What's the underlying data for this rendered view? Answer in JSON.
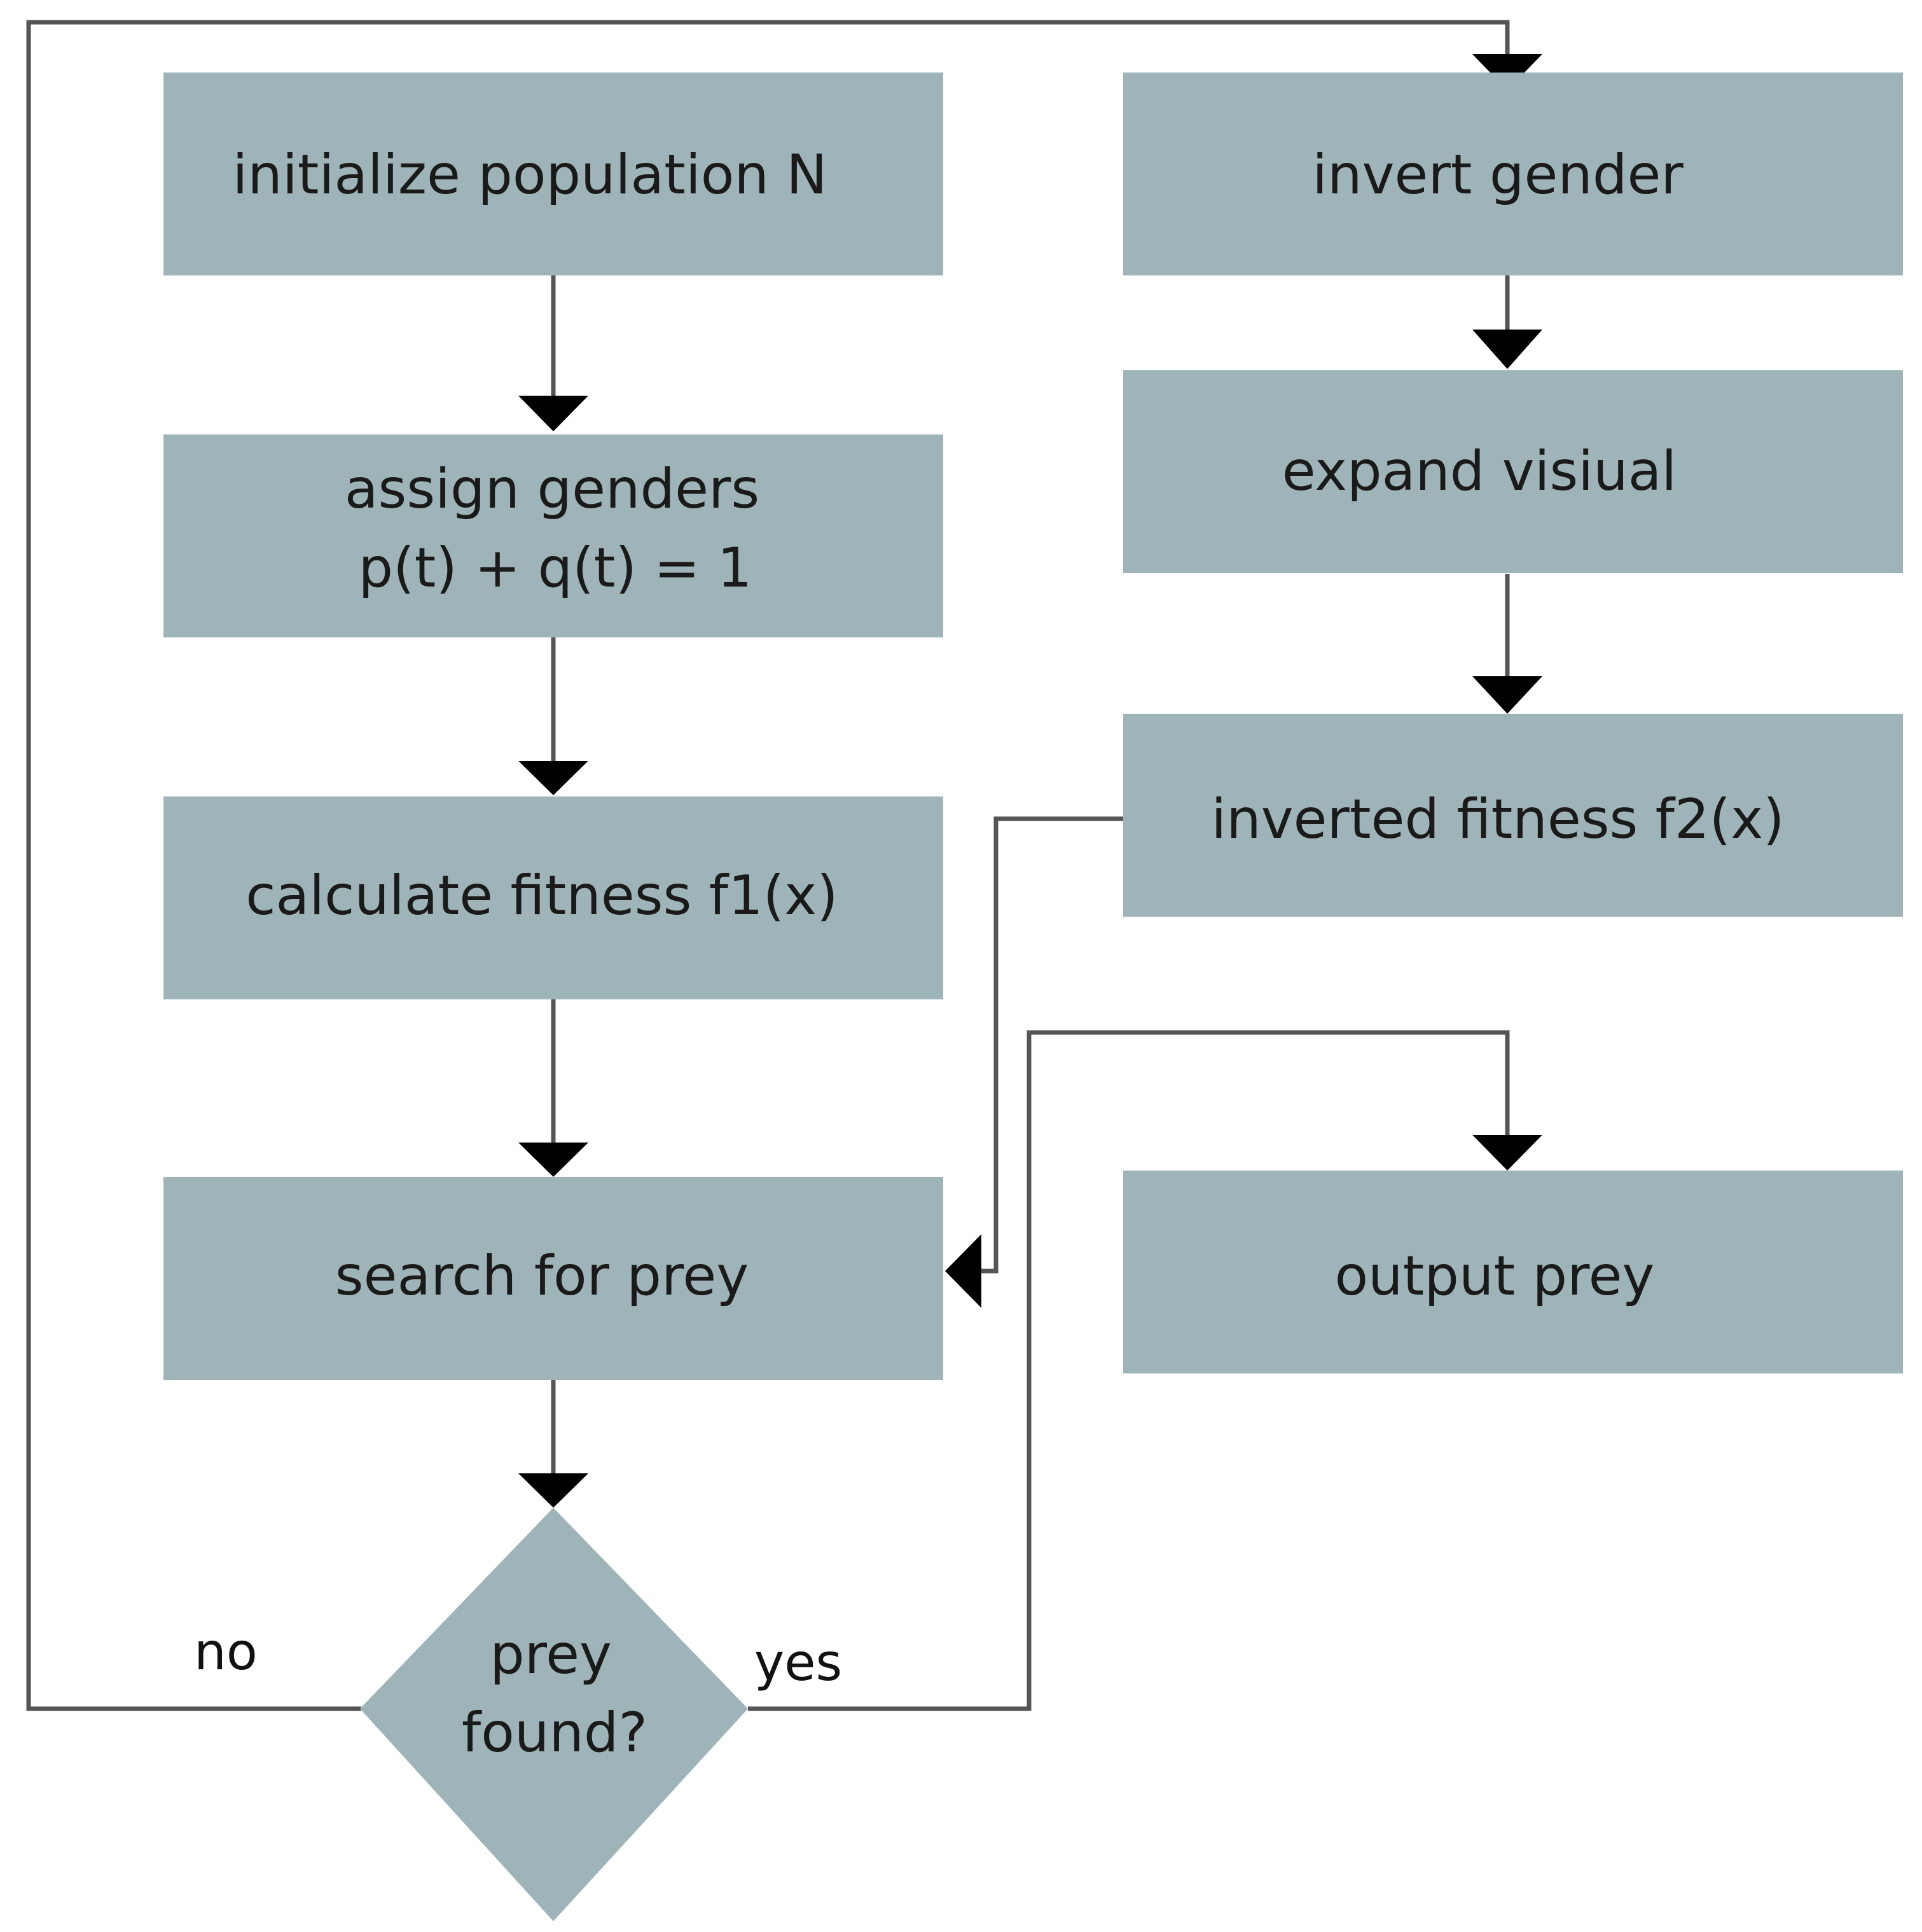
{
  "colors": {
    "node_fill": "#9fb4b8",
    "line": "#555555",
    "arrowhead": "#000000",
    "background": "#ffffff"
  },
  "nodes": {
    "initialize": {
      "lines": [
        "initialize population N"
      ]
    },
    "assign": {
      "lines": [
        "assign genders",
        "p(t) + q(t) = 1"
      ]
    },
    "calculate": {
      "lines": [
        "calculate fitness f1(x)"
      ]
    },
    "search": {
      "lines": [
        "search for prey"
      ]
    },
    "decision": {
      "lines": [
        "prey",
        "found?"
      ]
    },
    "invert": {
      "lines": [
        "invert gender"
      ]
    },
    "expand": {
      "lines": [
        "expand visiual"
      ]
    },
    "inverted": {
      "lines": [
        "inverted fitness f2(x)"
      ]
    },
    "output": {
      "lines": [
        "output prey"
      ]
    }
  },
  "edges": {
    "no_label": "no",
    "yes_label": "yes"
  }
}
